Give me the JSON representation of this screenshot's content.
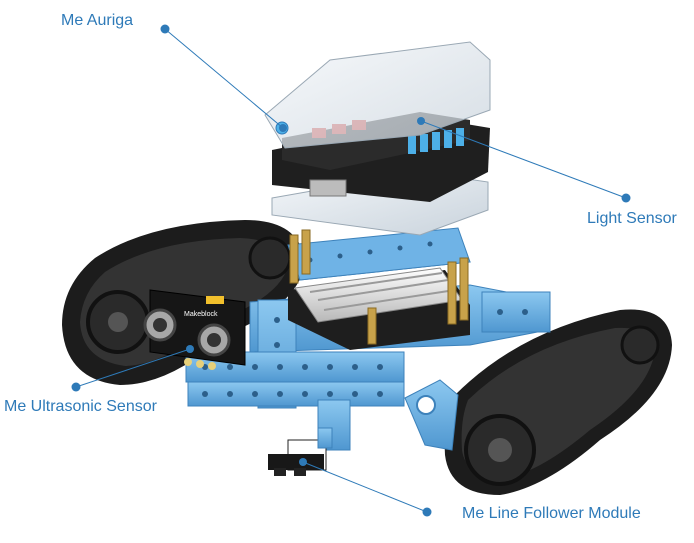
{
  "labels": {
    "auriga": "Me Auriga",
    "light": "Light Sensor",
    "ultrasonic": "Me Ultrasonic Sensor",
    "line_follower": "Me Line Follower Module"
  },
  "sensor_board_text": "Makeblock",
  "colors": {
    "callout": "#2e7ab8",
    "frame": "#6fb3e6",
    "track": "#1c1c1c",
    "board": "#222222",
    "accent_red": "#d9332b"
  }
}
